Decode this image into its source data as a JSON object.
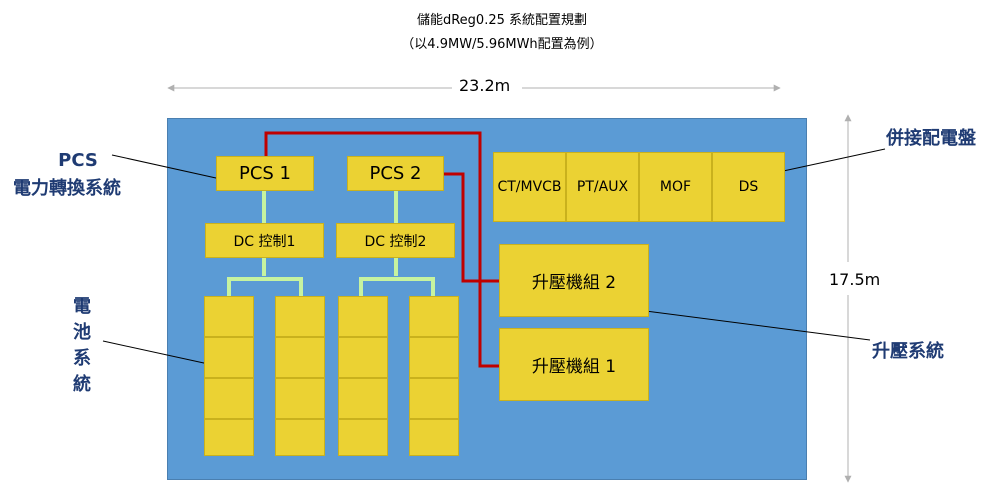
{
  "title": {
    "line1": "儲能dReg0.25 系統配置規劃",
    "line2": "（以4.9MW/5.96MWh配置為例）"
  },
  "dimensions": {
    "width": "23.2m",
    "height": "17.5m"
  },
  "pcs": [
    {
      "label": "PCS 1"
    },
    {
      "label": "PCS 2"
    }
  ],
  "dc_control": [
    {
      "label": "DC 控制1"
    },
    {
      "label": "DC 控制2"
    }
  ],
  "switchgear": {
    "panels": [
      "CT/MVCB",
      "PT/AUX",
      "MOF",
      "DS"
    ]
  },
  "transformers": [
    {
      "label": "升壓機組 2"
    },
    {
      "label": "升壓機組 1"
    }
  ],
  "callouts": {
    "pcs": {
      "line1": "PCS",
      "line2": "電力轉換系統"
    },
    "battery": [
      "電",
      "池",
      "系",
      "統"
    ],
    "switchgear": "併接配電盤",
    "transformer": "升壓系統"
  },
  "colors": {
    "site_fill": "#5b9bd5",
    "equipment_fill": "#ebd233",
    "dc_link": "#c6f3a0",
    "ac_link": "#c00000",
    "callout_text": "#1f3b73"
  }
}
